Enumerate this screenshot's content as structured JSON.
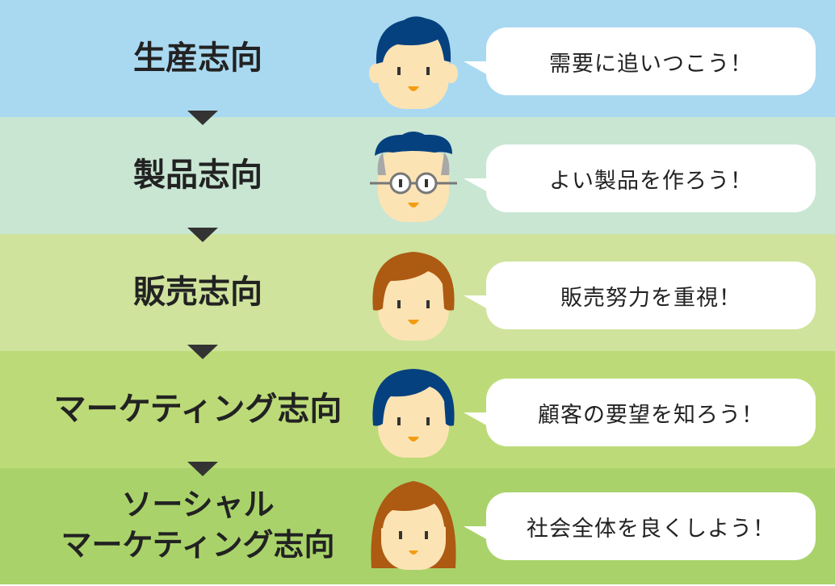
{
  "stages": [
    {
      "label_lines": [
        "生産志向"
      ],
      "speech": "需要に追いつこう！",
      "band_color": "#a9d9f1",
      "face": "boy-blue-hair"
    },
    {
      "label_lines": [
        "製品志向"
      ],
      "speech": "よい製品を作ろう！",
      "band_color": "#c9e6d3",
      "face": "old-man-glasses"
    },
    {
      "label_lines": [
        "販売志向"
      ],
      "speech": "販売努力を重視！",
      "band_color": "#cfe39c",
      "face": "person-brown-hair"
    },
    {
      "label_lines": [
        "マーケティング志向"
      ],
      "speech": "顧客の要望を知ろう！",
      "band_color": "#bcdb78",
      "face": "person-blue-hair"
    },
    {
      "label_lines": [
        "ソーシャル",
        "マーケティング志向"
      ],
      "speech": "社会全体を良くしよう！",
      "band_color": "#a9d36a",
      "face": "woman-long-brown-hair"
    }
  ],
  "colors": {
    "skin": "#fce3b4",
    "hair_blue": "#06417f",
    "hair_brown": "#ad5a12",
    "arrow": "#333333",
    "text": "#222222"
  }
}
